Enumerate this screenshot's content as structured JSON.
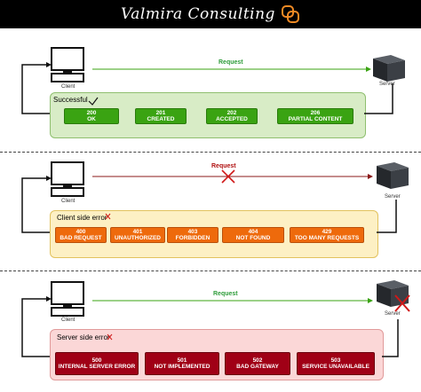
{
  "brand": {
    "name": "Valmira Consulting"
  },
  "colors": {
    "success": "#3aa312",
    "client_error": "#ee6a0c",
    "server_error": "#a00016",
    "request_ok": "#2e9c3a",
    "request_fail": "#b01010"
  },
  "sections": [
    {
      "request_label": "Request",
      "client_label": "Client",
      "server_label": "Server",
      "title": "Successful",
      "codes": [
        {
          "num": "200",
          "text": "OK"
        },
        {
          "num": "201",
          "text": "CREATED"
        },
        {
          "num": "202",
          "text": "ACCEPTED"
        },
        {
          "num": "206",
          "text": "PARTIAL CONTENT"
        }
      ]
    },
    {
      "request_label": "Request",
      "client_label": "Client",
      "server_label": "Server",
      "title": "Client side error",
      "codes": [
        {
          "num": "400",
          "text": "BAD REQUEST"
        },
        {
          "num": "401",
          "text": "UNAUTHORIZED"
        },
        {
          "num": "403",
          "text": "FORBIDDEN"
        },
        {
          "num": "404",
          "text": "NOT FOUND"
        },
        {
          "num": "429",
          "text": "TOO MANY REQUESTS"
        }
      ]
    },
    {
      "request_label": "Request",
      "client_label": "Client",
      "server_label": "Server",
      "title": "Server side error",
      "codes": [
        {
          "num": "500",
          "text": "INTERNAL SERVER ERROR"
        },
        {
          "num": "501",
          "text": "NOT IMPLEMENTED"
        },
        {
          "num": "502",
          "text": "BAD GATEWAY"
        },
        {
          "num": "503",
          "text": "SERVICE UNAVAILABLE"
        }
      ]
    }
  ]
}
